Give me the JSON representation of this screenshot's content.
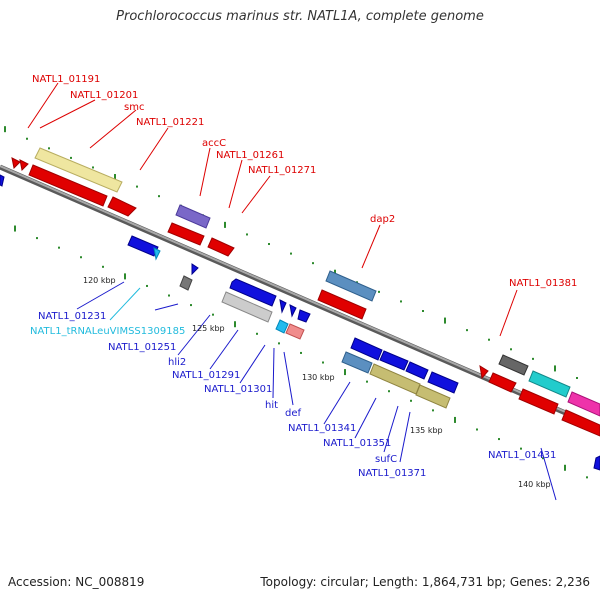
{
  "title": "Prochlorococcus marinus str. NATL1A, complete genome",
  "footer": {
    "accession": "Accession: NC_008819",
    "summary": "Topology: circular; Length: 1,864,731 bp; Genes: 2,236"
  },
  "colors": {
    "backbone": "#8c8c8c",
    "tick": "#2d8a2d",
    "forward_label": "#dd0000",
    "reverse_label": "#1a1acc",
    "trna_label": "#22bbdd"
  },
  "ruler": {
    "labels": [
      "120 kbp",
      "125 kbp",
      "130 kbp",
      "135 kbp",
      "140 kbp"
    ]
  },
  "gene_labels": {
    "forward": [
      "NATL1_01191",
      "NATL1_01201",
      "smc",
      "NATL1_01221",
      "accC",
      "NATL1_01261",
      "NATL1_01271",
      "dap2",
      "NATL1_01381"
    ],
    "reverse": [
      "NATL1_01231",
      "NATL1_01251",
      "hli2",
      "NATL1_01291",
      "NATL1_01301",
      "hit",
      "def",
      "NATL1_01341",
      "NATL1_01351",
      "sufC",
      "NATL1_01371",
      "NATL1_01431"
    ],
    "trna": [
      "NATL1_tRNALeuVIMSS1309185"
    ]
  }
}
